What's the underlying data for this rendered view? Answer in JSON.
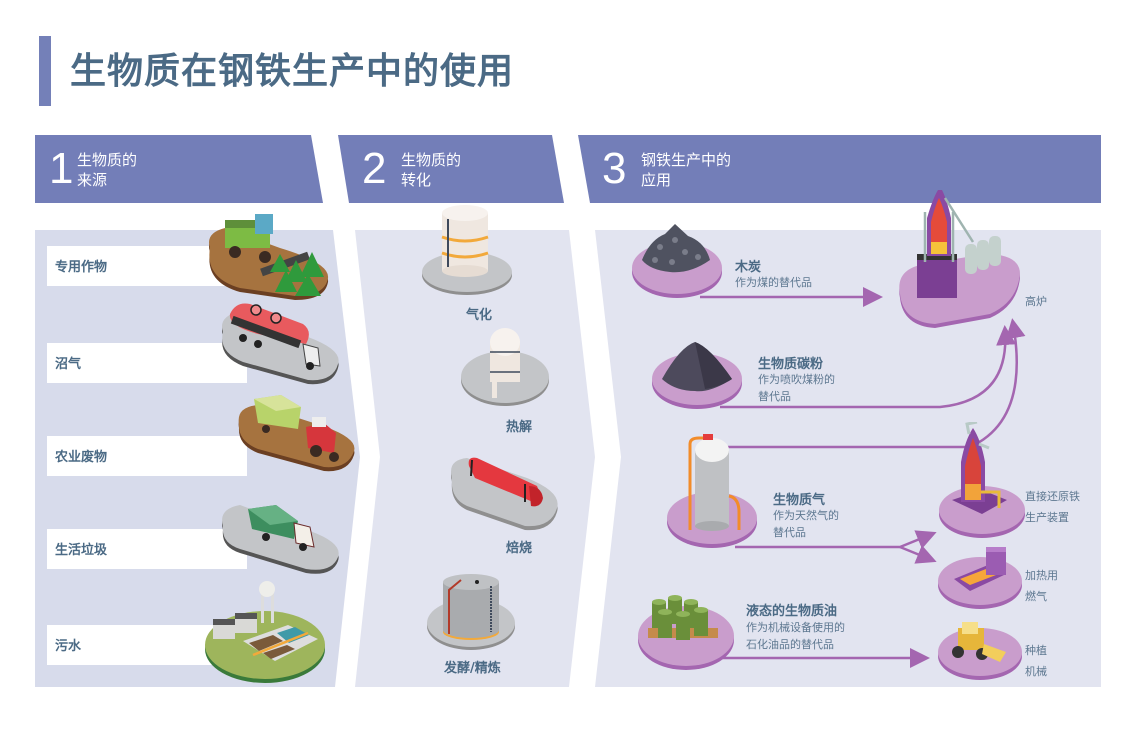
{
  "page": {
    "title": "生物质在钢铁生产中的使用"
  },
  "sections": [
    {
      "number": "1",
      "line1": "生物质的",
      "line2": "来源"
    },
    {
      "number": "2",
      "line1": "生物质的",
      "line2": "转化"
    },
    {
      "number": "3",
      "line1": "钢铁生产中的",
      "line2": "应用"
    }
  ],
  "sources": [
    {
      "label": "专用作物",
      "icon": "combine-harvester-icon"
    },
    {
      "label": "沼气",
      "icon": "tanker-truck-icon"
    },
    {
      "label": "农业废物",
      "icon": "tractor-trailer-icon"
    },
    {
      "label": "生活垃圾",
      "icon": "garbage-truck-icon"
    },
    {
      "label": "污水",
      "icon": "water-treatment-plant-icon"
    }
  ],
  "conversions": [
    {
      "label": "气化",
      "icon": "gasifier-tank-icon"
    },
    {
      "label": "热解",
      "icon": "pyrolysis-reactor-icon"
    },
    {
      "label": "焙烧",
      "icon": "torrefaction-drum-icon"
    },
    {
      "label": "发酵/精炼",
      "icon": "fermentation-tank-icon"
    }
  ],
  "applications": [
    {
      "title": "木炭",
      "desc_line1": "作为煤的替代品",
      "desc_line2": "",
      "icon": "charcoal-pile-icon"
    },
    {
      "title": "生物质碳粉",
      "desc_line1": "作为喷吹煤粉的",
      "desc_line2": "替代品",
      "icon": "carbon-powder-icon"
    },
    {
      "title": "生物质气",
      "desc_line1": "作为天然气的",
      "desc_line2": "替代品",
      "icon": "gas-cylinder-icon"
    },
    {
      "title": "液态的生物质油",
      "desc_line1": "作为机械设备使用的",
      "desc_line2": "石化油品的替代品",
      "icon": "oil-barrels-icon"
    }
  ],
  "targets": [
    {
      "line1": "高炉",
      "line2": "",
      "icon": "blast-furnace-icon"
    },
    {
      "line1": "直接还原铁",
      "line2": "生产装置",
      "icon": "dri-plant-icon"
    },
    {
      "line1": "加热用",
      "line2": "燃气",
      "icon": "reheating-furnace-icon"
    },
    {
      "line1": "种植",
      "line2": "机械",
      "icon": "farm-machinery-icon"
    }
  ],
  "colors": {
    "header": "#737eb8",
    "title_text": "#4b6a85",
    "panel_source": "#d7dbeb",
    "panel_other": "#e2e4f0",
    "flow_arrow": "#a466b0",
    "platform_purple": "#c69cc8"
  }
}
